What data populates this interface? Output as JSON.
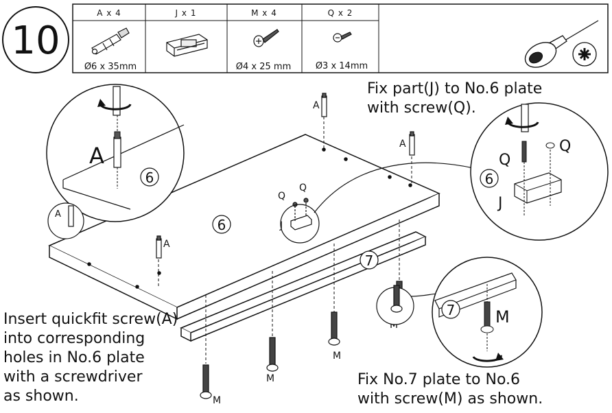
{
  "step": {
    "number": "10"
  },
  "parts": [
    {
      "title": "A x 4",
      "spec": "Ø6 x 35mm"
    },
    {
      "title": "J x 1",
      "spec": ""
    },
    {
      "title": "M x 4",
      "spec": "Ø4 x 25 mm"
    },
    {
      "title": "Q x 2",
      "spec": "Ø3 x 14mm"
    }
  ],
  "instructions": {
    "fix_j": "Fix part(J) to No.6 plate\nwith screw(Q).",
    "insert_a": "Insert quickfit screw(A)\ninto corresponding\nholes in No.6 plate\nwith a screwdriver\nas shown.",
    "fix_7": "Fix No.7 plate to No.6\nwith screw(M) as shown."
  },
  "labels": {
    "a": "A",
    "j": "J",
    "m": "M",
    "q": "Q",
    "plate6": "6",
    "plate7": "7"
  }
}
